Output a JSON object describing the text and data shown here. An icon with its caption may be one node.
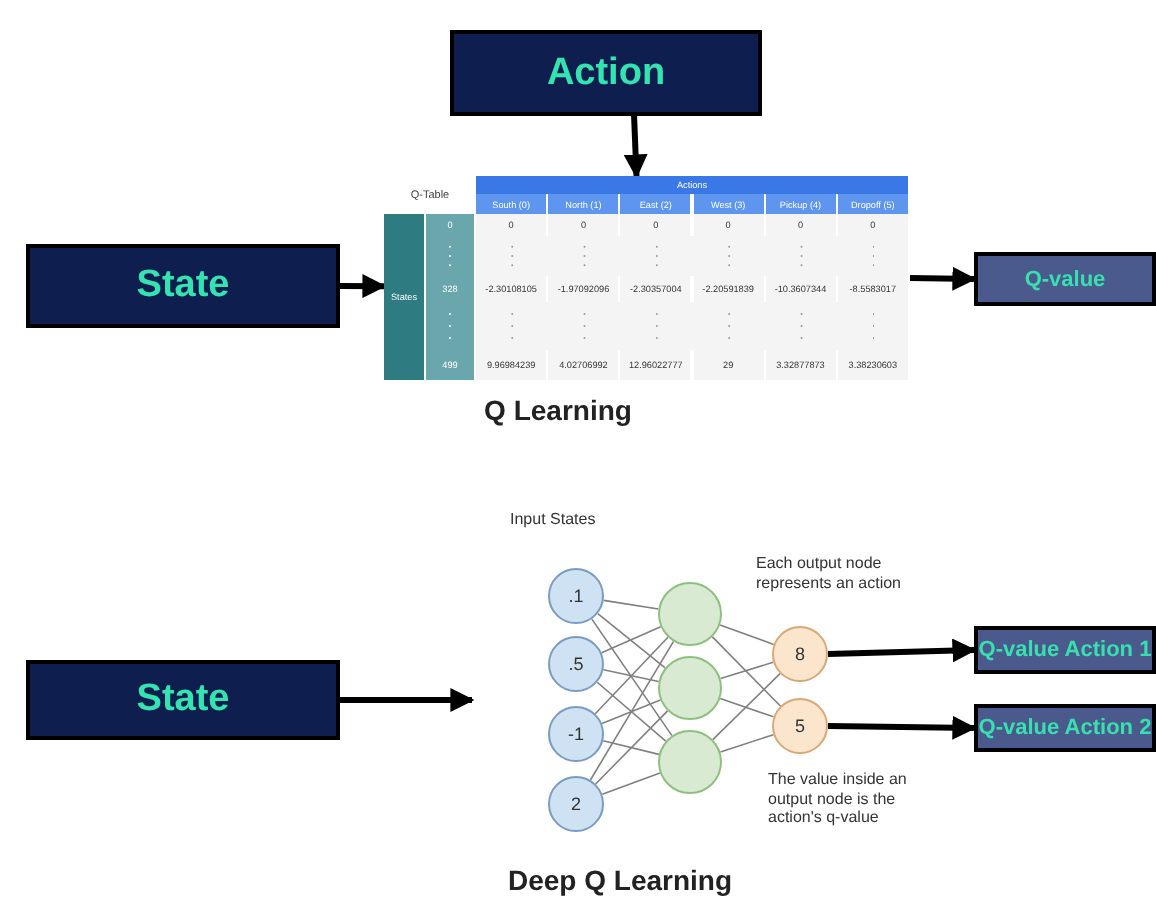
{
  "diagram": {
    "nodes": [
      {
        "text": [
          "Action"
        ]
      },
      {
        "text": [
          "State"
        ]
      },
      {
        "text": [
          "Q-Table"
        ]
      },
      {
        "text": [
          "Q-value"
        ]
      },
      {
        "text": [
          "State"
        ]
      },
      {
        "text": [
          ".1"
        ]
      },
      {
        "text": [
          ".5"
        ]
      },
      {
        "text": [
          "-1"
        ]
      },
      {
        "text": [
          "2"
        ]
      },
      {
        "text": [],
        "shape": "circle"
      },
      {
        "text": [],
        "shape": "circle"
      },
      {
        "text": [],
        "shape": "circle"
      },
      {
        "text": [
          "8"
        ]
      },
      {
        "text": [
          "5"
        ]
      },
      {
        "text": [
          "Q-value Action 1"
        ]
      },
      {
        "text": [
          "Q-value Action 2"
        ]
      }
    ],
    "edges": [
      {
        "from": 0,
        "to": 2,
        "arrow": "to",
        "style": "thick",
        "color": "#000000"
      },
      {
        "from": 1,
        "to": 2,
        "arrow": "to",
        "style": "thick",
        "color": "#000000"
      },
      {
        "from": 2,
        "to": 3,
        "arrow": "to",
        "style": "thick",
        "color": "#000000"
      },
      {
        "from": 4,
        "to": null,
        "arrow": "to",
        "style": "thick",
        "color": "#000000"
      },
      {
        "from": 5,
        "to": 9,
        "arrow": "none"
      },
      {
        "from": 5,
        "to": 10,
        "arrow": "none"
      },
      {
        "from": 5,
        "to": 11,
        "arrow": "none"
      },
      {
        "from": 6,
        "to": 9,
        "arrow": "none"
      },
      {
        "from": 6,
        "to": 10,
        "arrow": "none"
      },
      {
        "from": 6,
        "to": 11,
        "arrow": "none"
      },
      {
        "from": 7,
        "to": 9,
        "arrow": "none"
      },
      {
        "from": 7,
        "to": 10,
        "arrow": "none"
      },
      {
        "from": 7,
        "to": 11,
        "arrow": "none"
      },
      {
        "from": 8,
        "to": 9,
        "arrow": "none"
      },
      {
        "from": 8,
        "to": 10,
        "arrow": "none"
      },
      {
        "from": 8,
        "to": 11,
        "arrow": "none"
      },
      {
        "from": 9,
        "to": 12,
        "arrow": "none"
      },
      {
        "from": 9,
        "to": 13,
        "arrow": "none"
      },
      {
        "from": 10,
        "to": 12,
        "arrow": "none"
      },
      {
        "from": 10,
        "to": 13,
        "arrow": "none"
      },
      {
        "from": 11,
        "to": 12,
        "arrow": "none"
      },
      {
        "from": 11,
        "to": 13,
        "arrow": "none"
      },
      {
        "from": 12,
        "to": 14,
        "arrow": "to",
        "style": "thick",
        "color": "#000000"
      },
      {
        "from": 13,
        "to": 15,
        "arrow": "to",
        "style": "thick",
        "color": "#000000"
      }
    ],
    "labels": [
      "Actions",
      "South (0)",
      "North (1)",
      "East (2)",
      "West (3)",
      "Pickup (4)",
      "Dropoff (5)",
      "0",
      "0",
      "0",
      "0",
      "0",
      "0",
      "0",
      "States",
      "328",
      "-2.30108105",
      "-1.97092096",
      "-2.30357004",
      "-2.20591839",
      "-10.3607344",
      "-8.5583017",
      "499",
      "9.96984239",
      "4.02706992",
      "12.96022777",
      "29",
      "3.32877873",
      "3.38230603",
      "Q Learning",
      "Input States",
      "Each output node represents an action",
      "The value inside an output node is the action's q-value",
      "Deep Q Learning"
    ]
  }
}
